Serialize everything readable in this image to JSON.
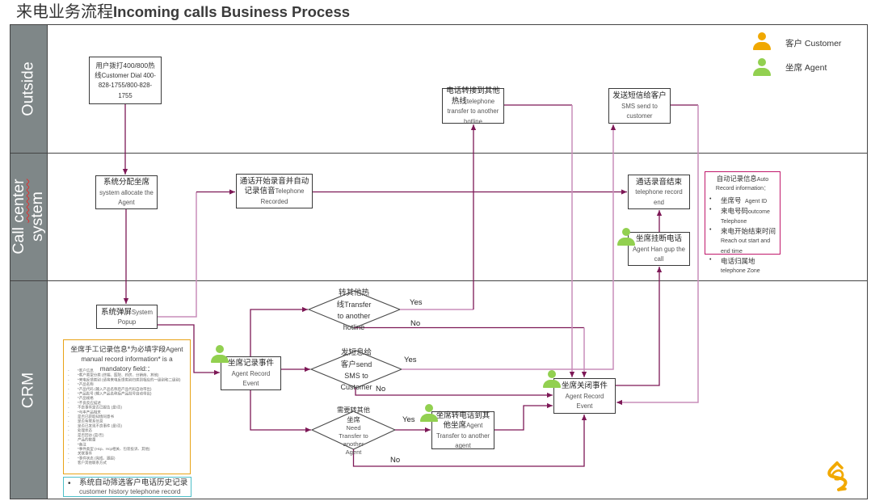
{
  "title": {
    "zh": "来电业务流程",
    "en": "Incoming calls Business Process"
  },
  "lanes": {
    "outside": "Outside",
    "call_center": {
      "words": [
        "Call",
        "center",
        "system"
      ]
    },
    "crm": "CRM"
  },
  "legend": {
    "customer": {
      "icon": "person-icon",
      "label": "客户 Customer"
    },
    "agent": {
      "icon": "person-icon",
      "label": "坐席 Agent"
    }
  },
  "nodes": {
    "customer_dial": {
      "zh": "用户拨打400/800热线",
      "en": "Customer Dial 400-828-1755/800-828-1755"
    },
    "allocate_agent": {
      "zh": "系统分配坐席",
      "en": "system allocate the Agent"
    },
    "telephone_recorded": {
      "zh": "通话开始录音并自动记录信音",
      "en": "Telephone Recorded"
    },
    "hotline_transfer": {
      "zh": "电话转接到其他热线",
      "en": "telephone transfer to another hotline"
    },
    "sms_send": {
      "zh": "发送短信给客户",
      "en": "SMS send to customer"
    },
    "record_end": {
      "zh": "通话录音结束",
      "en": "telephone record end"
    },
    "agent_hangup": {
      "zh": "坐席挂断电话",
      "en": "Agent Han gup the call",
      "actor_icon": "agent"
    },
    "system_popup": {
      "zh": "系统弹屏",
      "en": "System Popup"
    },
    "agent_record_event": {
      "zh": "坐席记录事件",
      "en": "Agent Record Event",
      "actor_icon": "agent"
    },
    "agent_transfer": {
      "zh": "坐席转电话到其他坐席",
      "en": "Agent Transfer to another agent",
      "actor_icon": "agent"
    },
    "close_event": {
      "zh": "坐席关闭事件",
      "en": "Agent Record Event",
      "actor_icon": "agent"
    }
  },
  "decisions": {
    "hotline": {
      "zh": "转其他热线",
      "en": "Transfer to another hotline"
    },
    "sms": {
      "zh": "发短息给客户",
      "en": "send SMS to Customer"
    },
    "transfer_agent": {
      "zh": "需要转其他坐席",
      "en": "Need Transfer to another Agent"
    }
  },
  "edges": [
    {
      "from": "customer_dial",
      "to": "allocate_agent",
      "label": ""
    },
    {
      "from": "allocate_agent",
      "to": "system_popup",
      "label": ""
    },
    {
      "from": "system_popup",
      "to": "telephone_recorded",
      "label": ""
    },
    {
      "from": "system_popup",
      "to": "agent_record_event",
      "label": ""
    },
    {
      "from": "telephone_recorded",
      "to": "record_end",
      "label": ""
    },
    {
      "from": "agent_hangup",
      "to": "record_end",
      "label": ""
    },
    {
      "from": "agent_record_event",
      "to": "decision_hotline",
      "label": ""
    },
    {
      "from": "agent_record_event",
      "to": "decision_sms",
      "label": ""
    },
    {
      "from": "agent_record_event",
      "to": "decision_transfer_agent",
      "label": ""
    },
    {
      "from": "decision_hotline",
      "to": "hotline_transfer",
      "label": "Yes"
    },
    {
      "from": "decision_hotline",
      "to": "close_event",
      "label": "No"
    },
    {
      "from": "hotline_transfer",
      "to": "close_event",
      "label": ""
    },
    {
      "from": "decision_sms",
      "to": "sms_send",
      "label": "Yes"
    },
    {
      "from": "decision_sms",
      "to": "close_event",
      "label": "No"
    },
    {
      "from": "sms_send",
      "to": "close_event",
      "label": ""
    },
    {
      "from": "close_event",
      "to": "agent_hangup",
      "label": ""
    },
    {
      "from": "decision_transfer_agent",
      "to": "agent_transfer",
      "label": "Yes"
    },
    {
      "from": "agent_transfer",
      "to": "close_event",
      "label": ""
    },
    {
      "from": "decision_transfer_agent",
      "to": "close_event",
      "label": "No"
    }
  ],
  "notes": {
    "auto_record": {
      "header_zh": "自动记录信息",
      "header_en": "Auto Record information：",
      "items": [
        {
          "zh": "坐席号",
          "en": "Agent ID"
        },
        {
          "zh": "来电号码",
          "en": "outcome Telephone"
        },
        {
          "zh": "来电开始结束时间",
          "en": "Reach out start and end time"
        },
        {
          "zh": "电话归属地",
          "en": "telephone Zone"
        }
      ]
    },
    "manual_record": {
      "header_zh": "坐席手工记录信息*为必填字段",
      "header_en": "Agent manual record information* is a mandatory field:：",
      "items": [
        "*客户信息",
        "*客户类型分类 (终端、医院、药房、分销商、其他)",
        "*来电反馈类别 (请将来电反馈类别归类到相应的一级别和二级别)",
        "*产品名称",
        "*产品代码 (输入产品名称后产品代码自动带出)",
        "*产品批号 (输入产品名称后产品批号自动带出)",
        "*产品规格",
        "*不良反应描述",
        "不良事件是否已报告 (是/否)",
        "*与本产品相关",
        "是否已获取知情同意书",
        "是否有联系信息",
        "是否已发现不良事件 (是/否)",
        "处理状态",
        "是否回访 (是/否)",
        "产品的数量",
        "*备注",
        "*事件类型 (Hcp、Hcp相关、包装投诉、其他)",
        "关联事件",
        "*事件状态 (完成、跟踪)",
        "客户其他联系方式"
      ]
    },
    "history": {
      "zh": "系统自动筛选客户电话历史记录",
      "en": "customer history telephone record"
    }
  },
  "logo": {
    "icon": "astrazeneca-logo"
  },
  "colors": {
    "customer": "#f0a800",
    "agent": "#92d050",
    "connector": "#7d1856",
    "connector_light": "#c98dba",
    "lane_label": "#7f8788",
    "auto_note_border": "#c0186b",
    "manual_note_border": "#e8a317",
    "history_note_border": "#4dbfc8",
    "logo": "#f2a900"
  }
}
